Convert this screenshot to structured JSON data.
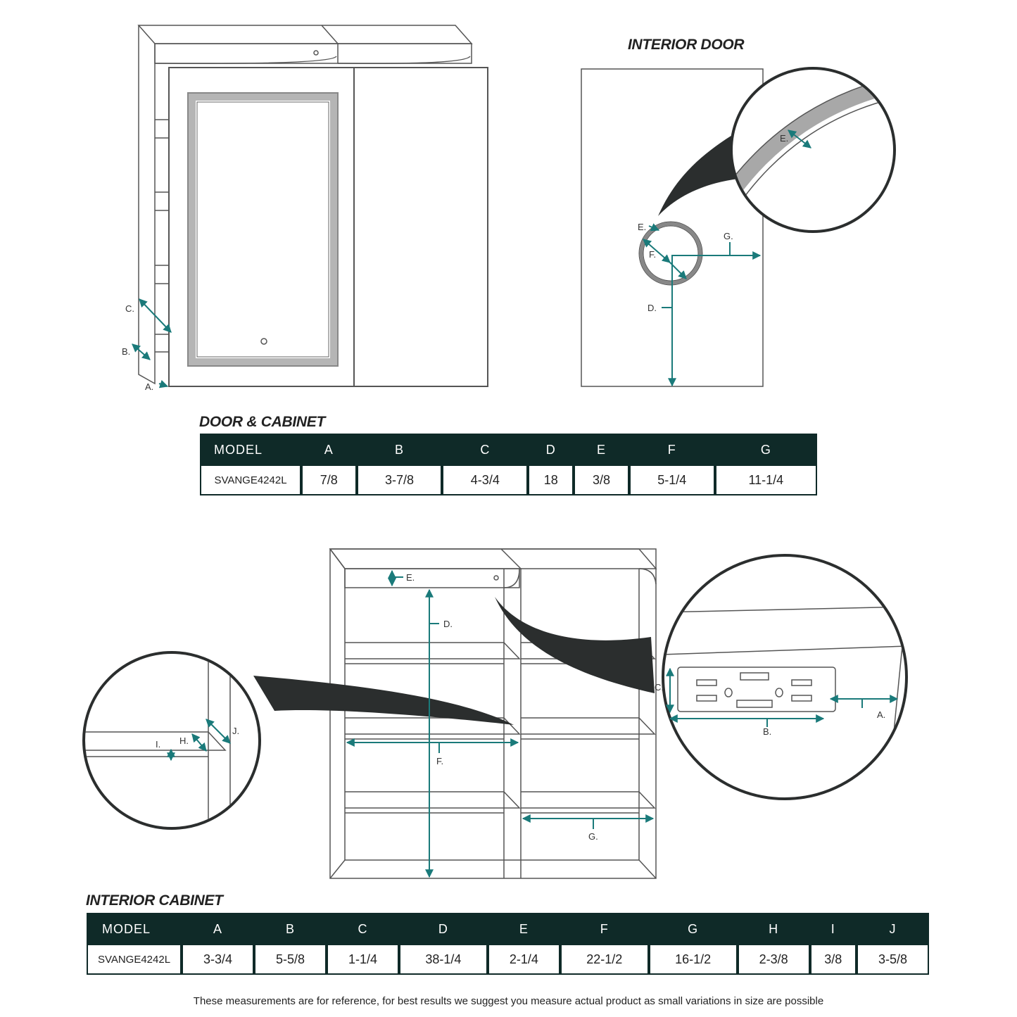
{
  "interior_door_title": "INTERIOR DOOR",
  "door_cabinet": {
    "title": "DOOR & CABINET",
    "headers": [
      "MODEL",
      "A",
      "B",
      "C",
      "D",
      "E",
      "F",
      "G"
    ],
    "row": [
      "SVANGE4242L",
      "7/8",
      "3-7/8",
      "4-3/4",
      "18",
      "3/8",
      "5-1/4",
      "11-1/4"
    ]
  },
  "interior_cabinet": {
    "title": "INTERIOR CABINET",
    "headers": [
      "MODEL",
      "A",
      "B",
      "C",
      "D",
      "E",
      "F",
      "G",
      "H",
      "I",
      "J"
    ],
    "row": [
      "SVANGE4242L",
      "3-3/4",
      "5-5/8",
      "1-1/4",
      "38-1/4",
      "2-1/4",
      "22-1/2",
      "16-1/2",
      "2-3/8",
      "3/8",
      "3-5/8"
    ]
  },
  "diagram_labels": {
    "front_A": "A.",
    "front_B": "B.",
    "front_C": "C.",
    "door_D": "D.",
    "door_E": "E.",
    "door_F": "F.",
    "door_G": "G.",
    "door_zoom_E": "E.",
    "cab_D": "D.",
    "cab_E": "E.",
    "cab_F": "F.",
    "cab_G": "G.",
    "left_zoom_H": "H.",
    "left_zoom_I": "I.",
    "left_zoom_J": "J.",
    "right_zoom_A": "A.",
    "right_zoom_B": "B.",
    "right_zoom_C": "C."
  },
  "colors": {
    "header_bg": "#0f2a28",
    "dimension_line": "#1a7a7a",
    "line": "#555555"
  },
  "footnote": "These measurements are for reference, for best results we suggest you measure actual product as small variations in size are possible"
}
